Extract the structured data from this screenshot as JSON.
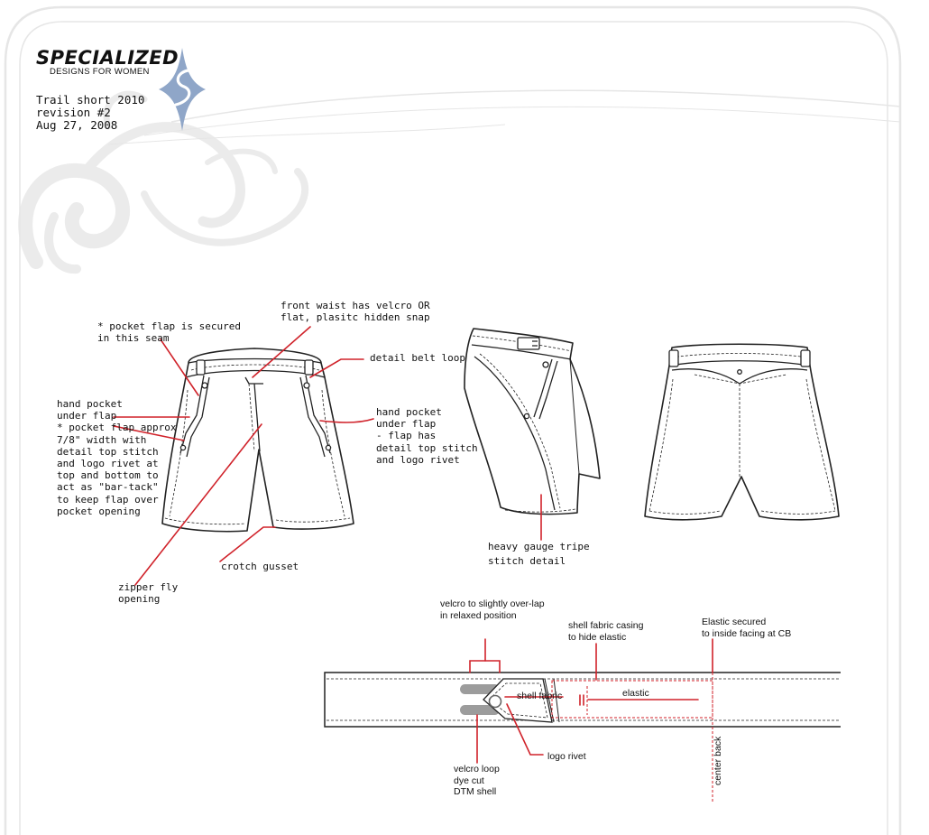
{
  "header": {
    "brand": "SPECIALIZED",
    "sub_brand": "DESIGNS FOR WOMEN",
    "title_lines": "Trail short 2010\nrevision #2\nAug 27, 2008"
  },
  "colors": {
    "line": "#222222",
    "callout": "#d0222a",
    "accent_logo": "#8fa6c8",
    "swirl": "#ececec"
  },
  "callouts": {
    "pocket_flap_seam": "* pocket flap is secured\nin this seam",
    "front_waist": "front waist has velcro OR\nflat, plasitc hidden snap",
    "belt_loop": "detail belt loop",
    "hand_pocket_left": "hand pocket\nunder flap\n* pocket flap approx\n7/8\" width with\ndetail top stitch\nand logo rivet at\ntop and bottom to\nact as \"bar-tack\"\nto keep flap over\npocket opening",
    "hand_pocket_right": "hand pocket\nunder flap\n- flap has\ndetail top stitch\nand logo rivet",
    "crotch_gusset": "crotch gusset",
    "zipper_fly": "zipper fly\nopening",
    "tripe_stitch": "heavy gauge tripe\nstitch detail"
  },
  "waistband": {
    "velcro_overlap": "velcro to slightly over-lap\nin relaxed position",
    "shell_casing": "shell fabric casing\nto hide elastic",
    "elastic_secured": "Elastic secured\nto inside facing at CB",
    "shell_fabric": "shell fabric",
    "elastic": "elastic",
    "logo_rivet": "logo rivet",
    "velcro_loop": "velcro loop\ndye cut\nDTM shell",
    "center_back": "center back"
  }
}
